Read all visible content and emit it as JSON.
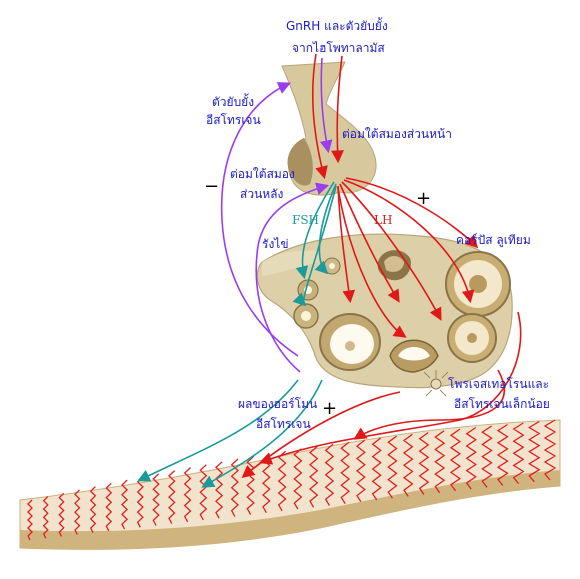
{
  "labels": {
    "gnrh_line1": "GnRH และตัวยับยั้ง",
    "gnrh_line2": "จากไฮโพทาลามัส",
    "inhibitor_line1": "ตัวยับยั้ง",
    "inhibitor_line2": "อีสโทรเจน",
    "anterior_pituitary": "ต่อมใต้สมองส่วนหน้า",
    "posterior_pituitary_line1": "ต่อมใต้สมอง",
    "posterior_pituitary_line2": "ส่วนหลัง",
    "fsh": "FSH",
    "lh": "LH",
    "ovary": "รังไข่",
    "corpus_luteum": "คอร์ปัส ลูเทียม",
    "progesterone_line1": "โพรเจสเทอโรนและ",
    "progesterone_line2": "อีสโทรเจนเล็กน้อย",
    "estrogen_effect_line1": "ผลของฮอร์โมน",
    "estrogen_effect_line2": "อีสโทรเจน",
    "minus_sign": "−",
    "plus_sign_top": "+",
    "plus_sign_bottom": "+"
  },
  "colors": {
    "text_blue": "#1a1ac8",
    "fsh_teal": "#1a9a9a",
    "lh_red": "#e01818",
    "inhibitor_purple": "#9a3cf0",
    "tissue_tan": "#d9c9a3",
    "tissue_dark": "#a08858"
  }
}
